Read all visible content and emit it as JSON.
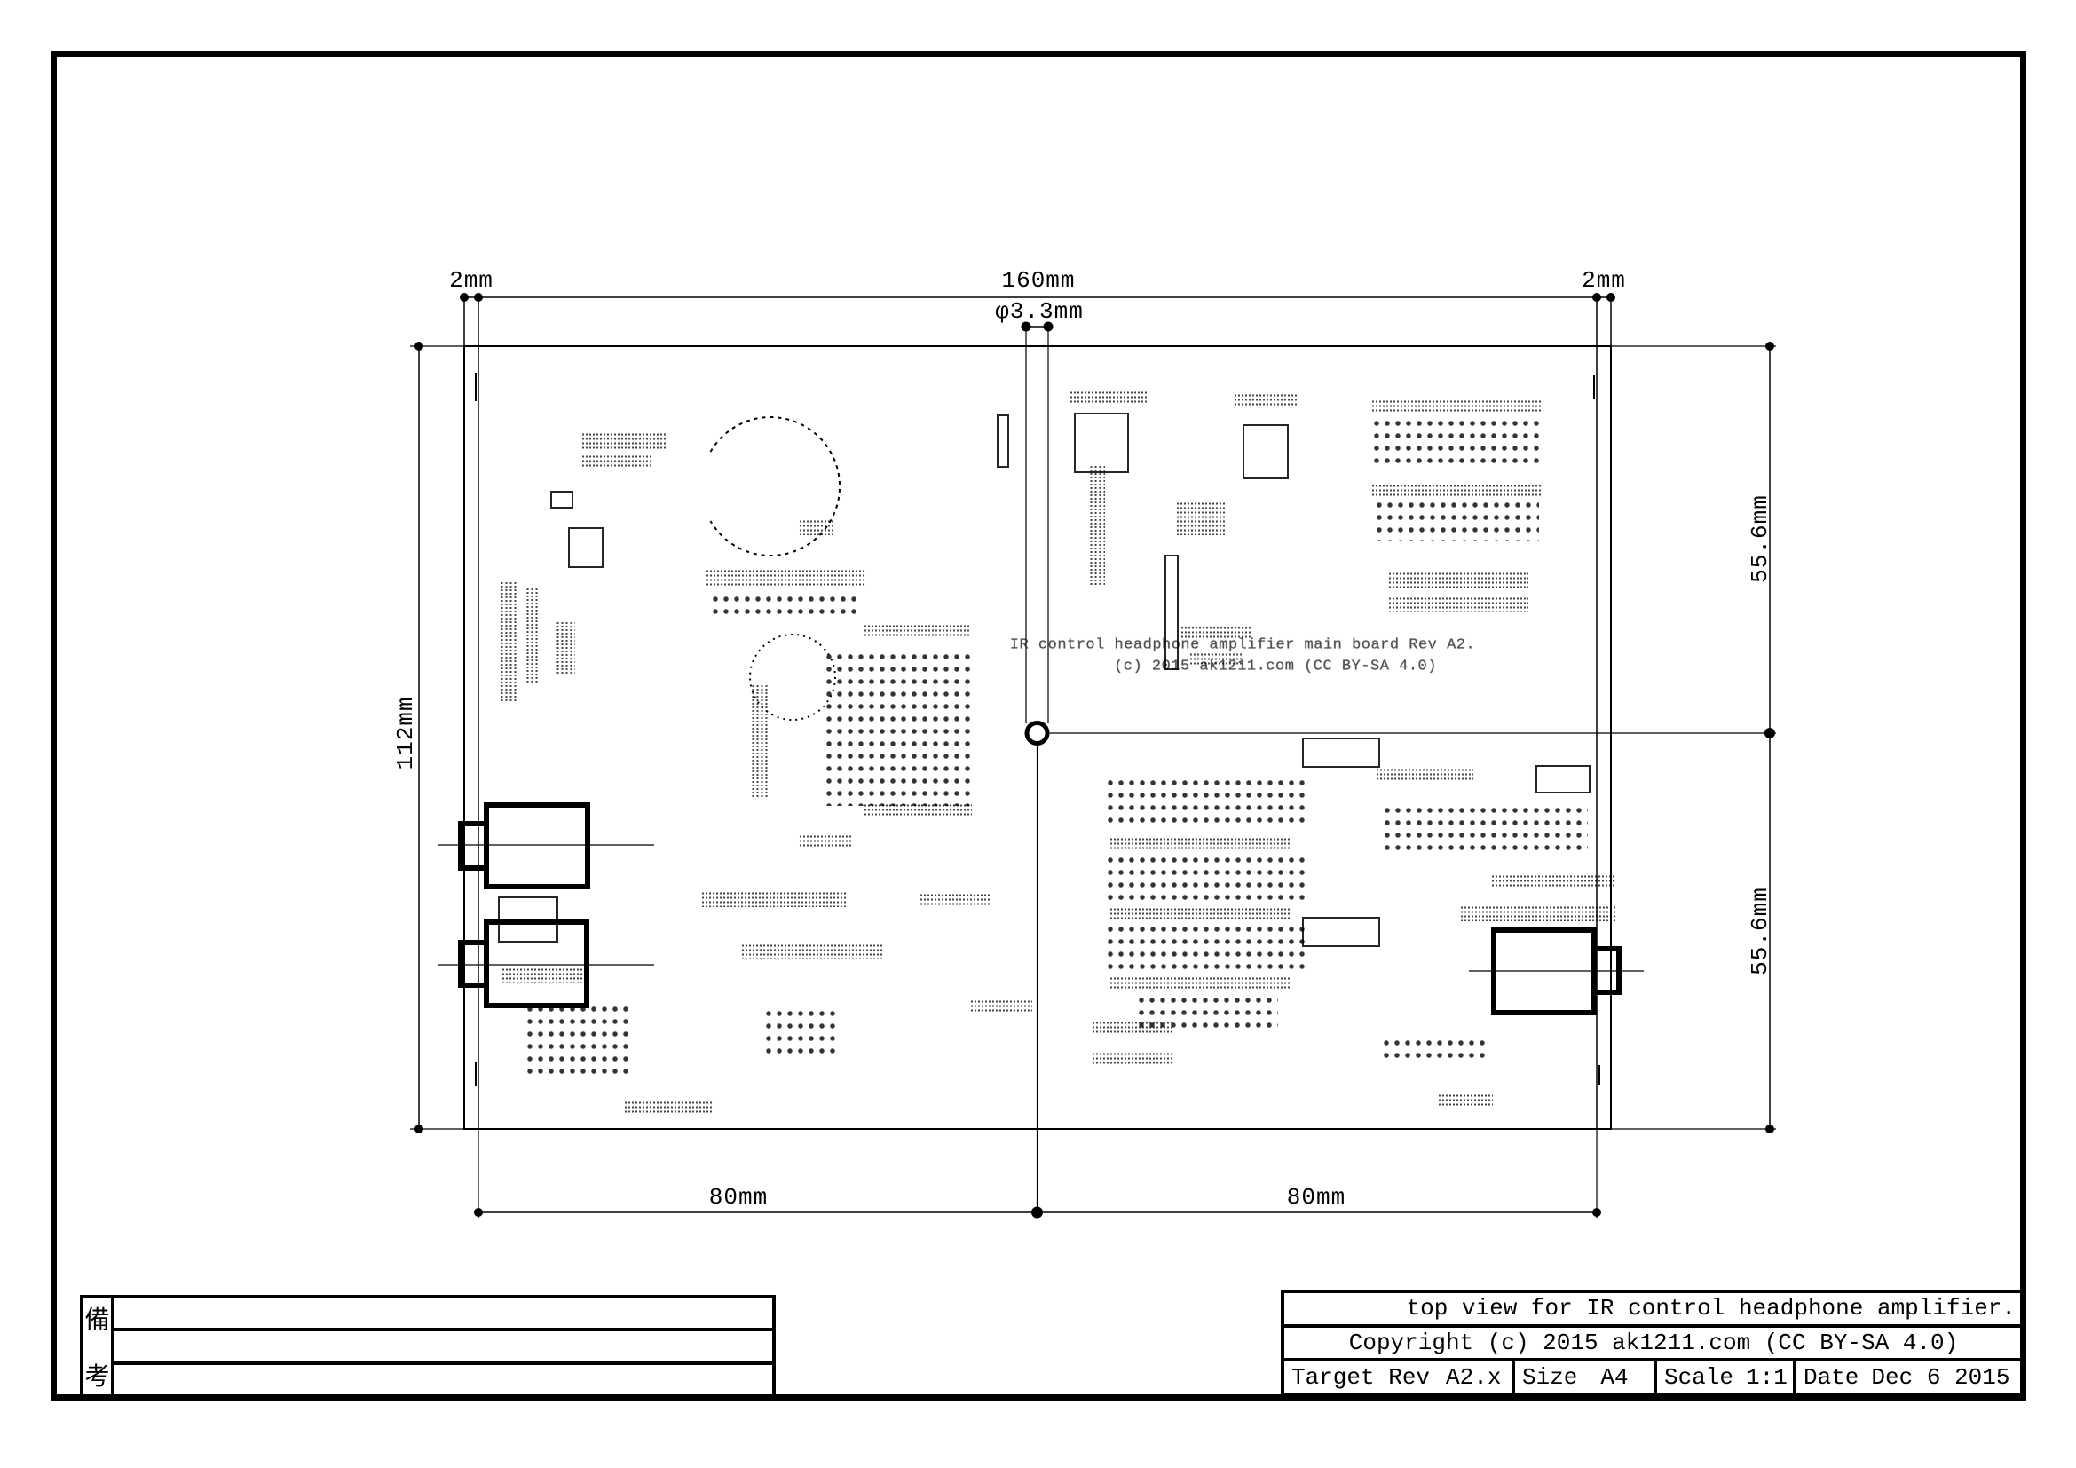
{
  "titleblock": {
    "drawing_title": "top view for IR control headphone amplifier.",
    "copyright": "Copyright (c) 2015 ak1211.com (CC BY-SA 4.0)",
    "fields": {
      "target_rev_label": "Target Rev",
      "target_rev_value": "A2.x",
      "size_label": "Size",
      "size_value": "A4",
      "scale_label": "Scale",
      "scale_value": "1:1",
      "date_label": "Date",
      "date_value": "Dec 6 2015"
    },
    "remarks_label_top": "備",
    "remarks_label_bottom": "考"
  },
  "dimensions": {
    "left_margin": "2mm",
    "board_width": "160mm",
    "right_margin": "2mm",
    "hole_diameter": "φ3.3mm",
    "board_height": "112mm",
    "half_height_top": "55.6mm",
    "half_height_bottom": "55.6mm",
    "bottom_left_half": "80mm",
    "bottom_right_half": "80mm"
  },
  "board_silkscreen": {
    "line1": "IR control headphone amplifier main board Rev A2.",
    "line2": "(c) 2015 ak1211.com (CC BY-SA 4.0)"
  },
  "colors": {
    "ink": "#000000",
    "paper": "#ffffff"
  },
  "noise": [
    [
      655,
      487,
      95,
      20,
      "t"
    ],
    [
      655,
      512,
      80,
      16,
      "t"
    ],
    [
      620,
      553,
      26,
      20,
      "b"
    ],
    [
      640,
      594,
      40,
      46,
      "b"
    ],
    [
      563,
      655,
      20,
      135,
      "vt"
    ],
    [
      592,
      662,
      14,
      108,
      "vt"
    ],
    [
      626,
      700,
      22,
      60,
      "vt"
    ],
    [
      795,
      641,
      180,
      22,
      "t"
    ],
    [
      800,
      668,
      170,
      28,
      "g"
    ],
    [
      973,
      703,
      120,
      16,
      "t"
    ],
    [
      928,
      733,
      168,
      175,
      "g"
    ],
    [
      973,
      905,
      122,
      16,
      "t"
    ],
    [
      846,
      771,
      22,
      128,
      "vt"
    ],
    [
      900,
      585,
      40,
      18,
      "t"
    ],
    [
      900,
      940,
      60,
      16,
      "t"
    ],
    [
      561,
      1010,
      68,
      52,
      "b"
    ],
    [
      790,
      1004,
      165,
      18,
      "t"
    ],
    [
      835,
      1063,
      160,
      18,
      "t"
    ],
    [
      565,
      1090,
      100,
      18,
      "t"
    ],
    [
      591,
      1130,
      120,
      88,
      "g"
    ],
    [
      703,
      1240,
      100,
      16,
      "t"
    ],
    [
      860,
      1135,
      85,
      55,
      "g"
    ],
    [
      1036,
      1006,
      80,
      16,
      "t"
    ],
    [
      1093,
      1126,
      70,
      16,
      "t"
    ],
    [
      1123,
      467,
      14,
      60,
      "b"
    ],
    [
      1205,
      440,
      90,
      16,
      "t"
    ],
    [
      1210,
      465,
      62,
      68,
      "b"
    ],
    [
      1325,
      565,
      55,
      38,
      "t"
    ],
    [
      1227,
      524,
      18,
      135,
      "vt"
    ],
    [
      1390,
      443,
      72,
      16,
      "t"
    ],
    [
      1400,
      478,
      52,
      62,
      "b"
    ],
    [
      1545,
      450,
      192,
      16,
      "t"
    ],
    [
      1545,
      470,
      192,
      58,
      "g"
    ],
    [
      1545,
      545,
      192,
      14,
      "t"
    ],
    [
      1548,
      562,
      186,
      48,
      "g"
    ],
    [
      1564,
      644,
      158,
      18,
      "t"
    ],
    [
      1564,
      672,
      158,
      18,
      "t"
    ],
    [
      1312,
      625,
      16,
      130,
      "b"
    ],
    [
      1330,
      705,
      80,
      16,
      "t"
    ],
    [
      1340,
      735,
      60,
      16,
      "t"
    ],
    [
      1467,
      831,
      88,
      34,
      "b"
    ],
    [
      1467,
      1033,
      88,
      34,
      "b"
    ],
    [
      1245,
      875,
      230,
      58,
      "g"
    ],
    [
      1250,
      943,
      205,
      14,
      "t"
    ],
    [
      1245,
      962,
      230,
      55,
      "g"
    ],
    [
      1250,
      1022,
      205,
      14,
      "t"
    ],
    [
      1245,
      1040,
      230,
      55,
      "g"
    ],
    [
      1250,
      1100,
      205,
      14,
      "t"
    ],
    [
      1280,
      1120,
      160,
      45,
      "g"
    ],
    [
      1230,
      1150,
      90,
      16,
      "t"
    ],
    [
      1230,
      1185,
      90,
      16,
      "t"
    ],
    [
      1557,
      906,
      232,
      52,
      "g"
    ],
    [
      1550,
      865,
      110,
      16,
      "t"
    ],
    [
      1730,
      862,
      62,
      32,
      "b"
    ],
    [
      1645,
      1020,
      175,
      18,
      "t"
    ],
    [
      1556,
      1168,
      122,
      30,
      "g"
    ],
    [
      1620,
      1232,
      62,
      14,
      "t"
    ],
    [
      1680,
      985,
      140,
      16,
      "t"
    ]
  ]
}
